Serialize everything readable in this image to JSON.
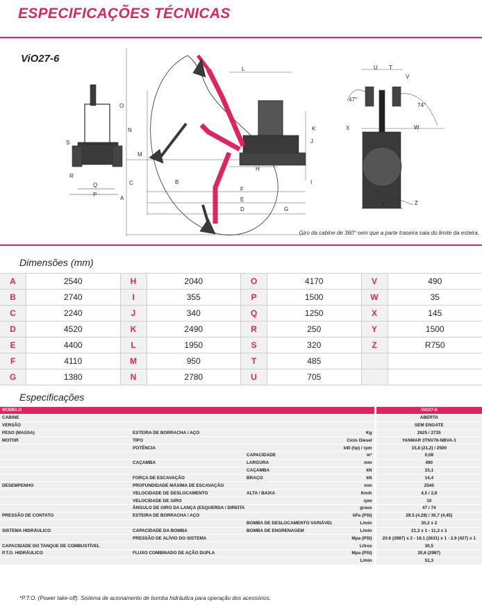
{
  "header": {
    "title": "ESPECIFICAÇÕES TÉCNICAS",
    "model": "ViO27-6"
  },
  "colors": {
    "accent": "#e0245e",
    "machine": "#2a2a2a"
  },
  "diagram": {
    "labels": [
      "L",
      "O",
      "N",
      "K",
      "J",
      "H",
      "I",
      "F",
      "E",
      "D",
      "G",
      "M",
      "C",
      "B",
      "A",
      "S",
      "R",
      "Q",
      "P",
      "U",
      "T",
      "V",
      "X",
      "W",
      "Y",
      "Z",
      "47°",
      "74°"
    ],
    "caption": "Giro da cabine de 360° sem que a parte traseira saia do limite da esteira."
  },
  "dimensions": {
    "title": "Dimensões (mm)",
    "rows": [
      [
        {
          "k": "A",
          "v": "2540"
        },
        {
          "k": "H",
          "v": "2040"
        },
        {
          "k": "O",
          "v": "4170"
        },
        {
          "k": "V",
          "v": "490"
        }
      ],
      [
        {
          "k": "B",
          "v": "2740"
        },
        {
          "k": "I",
          "v": "355"
        },
        {
          "k": "P",
          "v": "1500"
        },
        {
          "k": "W",
          "v": "35"
        }
      ],
      [
        {
          "k": "C",
          "v": "2240"
        },
        {
          "k": "J",
          "v": "340"
        },
        {
          "k": "Q",
          "v": "1250"
        },
        {
          "k": "X",
          "v": "145"
        }
      ],
      [
        {
          "k": "D",
          "v": "4520"
        },
        {
          "k": "K",
          "v": "2490"
        },
        {
          "k": "R",
          "v": "250"
        },
        {
          "k": "Y",
          "v": "1500"
        }
      ],
      [
        {
          "k": "E",
          "v": "4400"
        },
        {
          "k": "L",
          "v": "1950"
        },
        {
          "k": "S",
          "v": "320"
        },
        {
          "k": "Z",
          "v": "R750"
        }
      ],
      [
        {
          "k": "F",
          "v": "4110"
        },
        {
          "k": "M",
          "v": "950"
        },
        {
          "k": "T",
          "v": "485"
        },
        {
          "k": "",
          "v": ""
        }
      ],
      [
        {
          "k": "G",
          "v": "1380"
        },
        {
          "k": "N",
          "v": "2780"
        },
        {
          "k": "U",
          "v": "705"
        },
        {
          "k": "",
          "v": ""
        }
      ]
    ]
  },
  "specs": {
    "title": "Especificações",
    "header": {
      "label": "MODELO",
      "value": "ViO27-6"
    },
    "rows": [
      {
        "c1": "CABINE",
        "c2": "",
        "c3": "",
        "c4": "",
        "v": "ABERTA"
      },
      {
        "c1": "VERSÃO",
        "c2": "",
        "c3": "",
        "c4": "",
        "v": "SEM ENGATE"
      },
      {
        "c1": "PESO (MASSA)",
        "c2": "ESTEIRA DE BORRACHA / AÇO",
        "c3": "",
        "c4": "Kg",
        "v": "2625 / 2735"
      },
      {
        "c1": "MOTOR",
        "c2": "TIPO",
        "c3": "",
        "c4": "Ciclo Diesel",
        "v": "YANMAR 3TNV76-NBVA-1"
      },
      {
        "c1": "",
        "c2": "POTÊNCIA",
        "c3": "",
        "c4": "kW (hp) / rpm",
        "v": "15,8 (21,2) / 2500"
      },
      {
        "c1": "",
        "c2": "",
        "c3": "CAPACIDADE",
        "c4": "m³",
        "v": "0,08"
      },
      {
        "c1": "",
        "c2": "CAÇAMBA",
        "c3": "LARGURA",
        "c4": "mm",
        "v": "490"
      },
      {
        "c1": "",
        "c2": "",
        "c3": "CAÇAMBA",
        "c4": "kN",
        "v": "23,1"
      },
      {
        "c1": "",
        "c2": "FORÇA DE ESCAVAÇÃO",
        "c3": "BRAÇO",
        "c4": "kN",
        "v": "14,4"
      },
      {
        "c1": "DESEMPENHO",
        "c2": "PROFUNDIDADE MÁXIMA DE ESCAVAÇÃO",
        "c3": "",
        "c4": "mm",
        "v": "2540"
      },
      {
        "c1": "",
        "c2": "VELOCIDADE DE DESLOCAMENTO",
        "c3": "ALTA / BAIXA",
        "c4": "Km/h",
        "v": "4,5 / 2,8"
      },
      {
        "c1": "",
        "c2": "VELOCIDADE DE GIRO",
        "c3": "",
        "c4": "rpm",
        "v": "10"
      },
      {
        "c1": "",
        "c2": "ÂNGULO DE GIRO DA LANÇA (ESQUERDA / DIREITA)",
        "c3": "",
        "c4": "graus",
        "v": "47 / 74"
      },
      {
        "c1": "PRESSÃO DE CONTATO",
        "c2": "ESTEIRA DE BORRACHA / AÇO",
        "c3": "",
        "c4": "kPa (PSI)",
        "v": "29.5 (4,28) / 30,7 (4,45)"
      },
      {
        "c1": "",
        "c2": "",
        "c3": "BOMBA DE DESLOCAMENTO VARIÁVEL",
        "c4": "L/min",
        "v": "30,2 x 2"
      },
      {
        "c1": "SISTEMA HIDRÁULICO",
        "c2": "CAPACIDADE DA BOMBA",
        "c3": "BOMBA DE ENGRENAGEM",
        "c4": "L/min",
        "v": "21,3 x 1 - 11,3 x 1"
      },
      {
        "c1": "",
        "c2": "PRESSÃO DE ALÍVIO DO SISTEMA",
        "c3": "",
        "c4": "Mpa (PSI)",
        "v": "20.6 (2987) x 2 - 18.1 (2631) x 1 - 2.9 (427) x 1"
      },
      {
        "c1": "CAPACIDADE DO TANQUE DE COMBUSTÍVEL",
        "c2": "",
        "c3": "",
        "c4": "Litros",
        "v": "30,5"
      },
      {
        "c1": "P.T.O. HIDRÁULICO",
        "c2": "FLUXO COMBINADO DE AÇÃO DUPLA",
        "c3": "",
        "c4": "Mpa (PSI)",
        "v": "20,6 (2987)"
      },
      {
        "c1": "",
        "c2": "",
        "c3": "",
        "c4": "L/min",
        "v": "51,3"
      }
    ],
    "footnote": "*P.T.O. (Power take-off). Sistema de acionamento de bomba hidráulica para operação dos acessórios."
  }
}
